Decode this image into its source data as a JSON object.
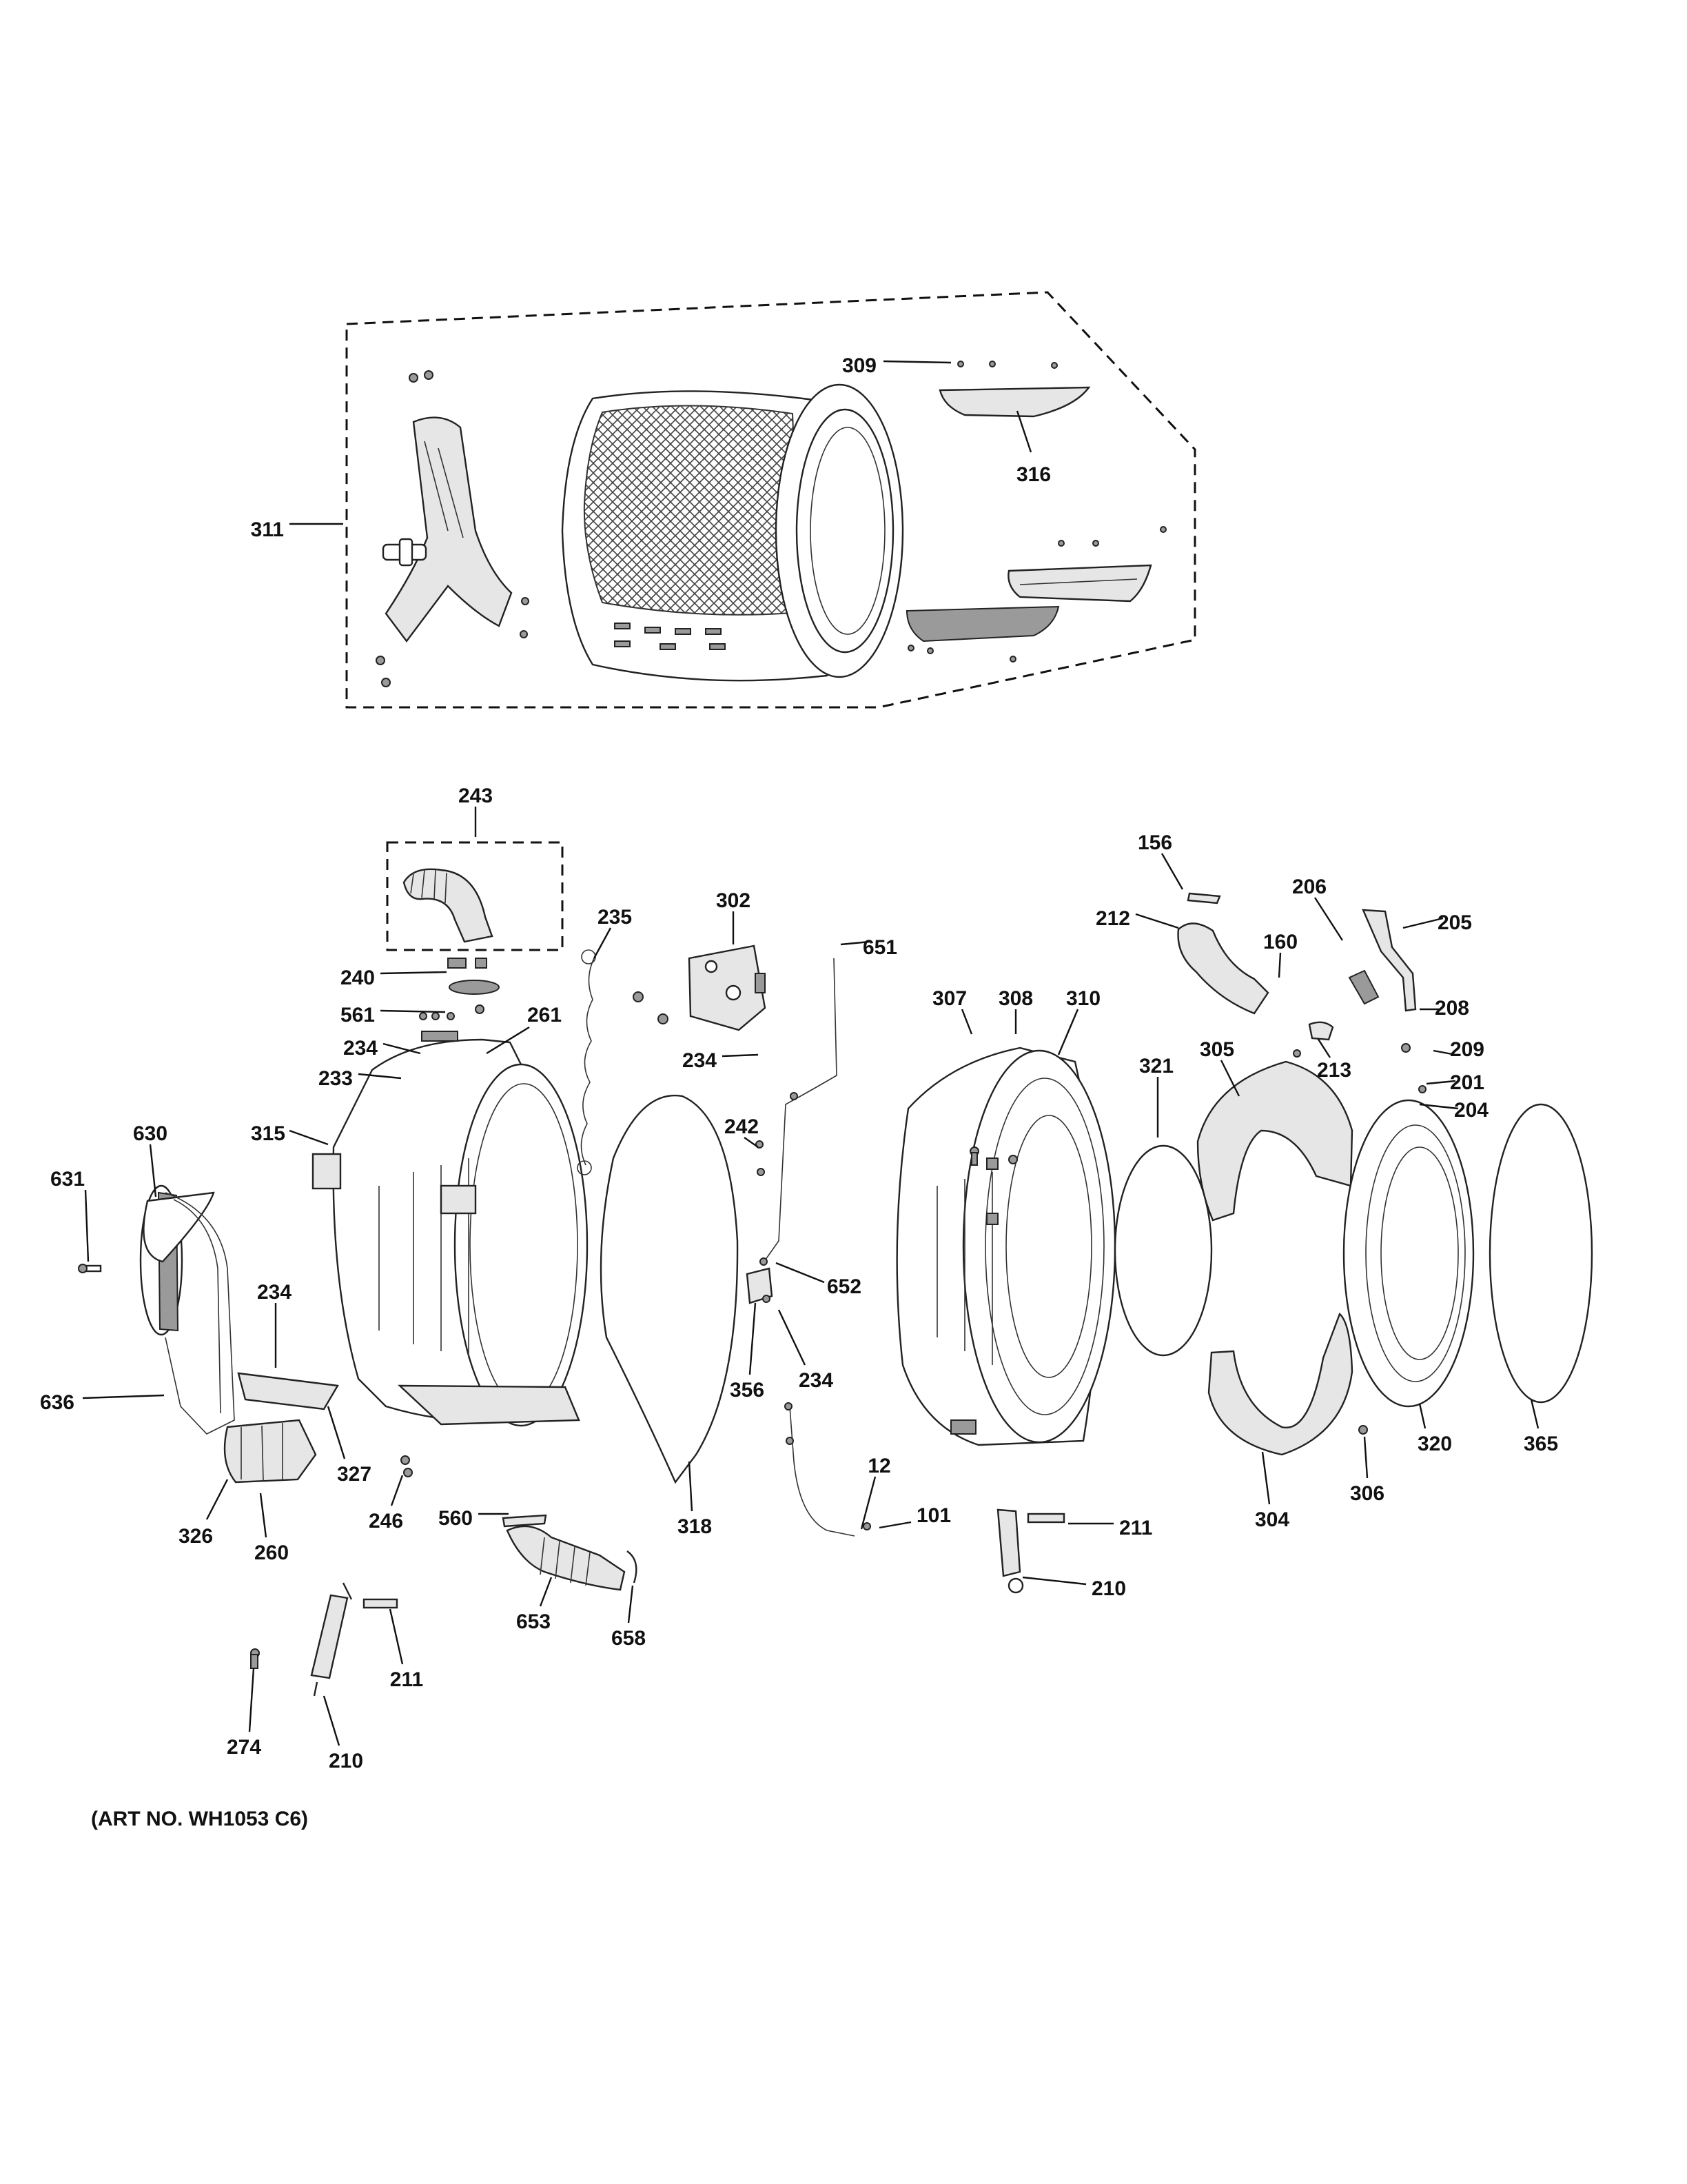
{
  "diagram": {
    "art_number": "(ART NO. WH1053 C6)",
    "callouts": [
      {
        "id": "c309",
        "text": "309"
      },
      {
        "id": "c316",
        "text": "316"
      },
      {
        "id": "c311",
        "text": "311"
      },
      {
        "id": "c243",
        "text": "243"
      },
      {
        "id": "c156",
        "text": "156"
      },
      {
        "id": "c206",
        "text": "206"
      },
      {
        "id": "c302",
        "text": "302"
      },
      {
        "id": "c235",
        "text": "235"
      },
      {
        "id": "c651",
        "text": "651"
      },
      {
        "id": "c212",
        "text": "212"
      },
      {
        "id": "c160",
        "text": "160"
      },
      {
        "id": "c205",
        "text": "205"
      },
      {
        "id": "c240",
        "text": "240"
      },
      {
        "id": "c561",
        "text": "561"
      },
      {
        "id": "c261",
        "text": "261"
      },
      {
        "id": "c307",
        "text": "307"
      },
      {
        "id": "c308",
        "text": "308"
      },
      {
        "id": "c310",
        "text": "310"
      },
      {
        "id": "c208",
        "text": "208"
      },
      {
        "id": "c234a",
        "text": "234"
      },
      {
        "id": "c233",
        "text": "233"
      },
      {
        "id": "c234b",
        "text": "234"
      },
      {
        "id": "c321",
        "text": "321"
      },
      {
        "id": "c305",
        "text": "305"
      },
      {
        "id": "c213",
        "text": "213"
      },
      {
        "id": "c209",
        "text": "209"
      },
      {
        "id": "c201",
        "text": "201"
      },
      {
        "id": "c204",
        "text": "204"
      },
      {
        "id": "c630",
        "text": "630"
      },
      {
        "id": "c315",
        "text": "315"
      },
      {
        "id": "c242",
        "text": "242"
      },
      {
        "id": "c631",
        "text": "631"
      },
      {
        "id": "c652",
        "text": "652"
      },
      {
        "id": "c234c",
        "text": "234"
      },
      {
        "id": "c356",
        "text": "356"
      },
      {
        "id": "c234d",
        "text": "234"
      },
      {
        "id": "c636",
        "text": "636"
      },
      {
        "id": "c327",
        "text": "327"
      },
      {
        "id": "c320",
        "text": "320"
      },
      {
        "id": "c365",
        "text": "365"
      },
      {
        "id": "c306",
        "text": "306"
      },
      {
        "id": "c12",
        "text": "12"
      },
      {
        "id": "c326",
        "text": "326"
      },
      {
        "id": "c246",
        "text": "246"
      },
      {
        "id": "c560",
        "text": "560"
      },
      {
        "id": "c318",
        "text": "318"
      },
      {
        "id": "c101",
        "text": "101"
      },
      {
        "id": "c211a",
        "text": "211"
      },
      {
        "id": "c304",
        "text": "304"
      },
      {
        "id": "c260",
        "text": "260"
      },
      {
        "id": "c210a",
        "text": "210"
      },
      {
        "id": "c653",
        "text": "653"
      },
      {
        "id": "c658",
        "text": "658"
      },
      {
        "id": "c211b",
        "text": "211"
      },
      {
        "id": "c274",
        "text": "274"
      },
      {
        "id": "c210b",
        "text": "210"
      }
    ]
  }
}
